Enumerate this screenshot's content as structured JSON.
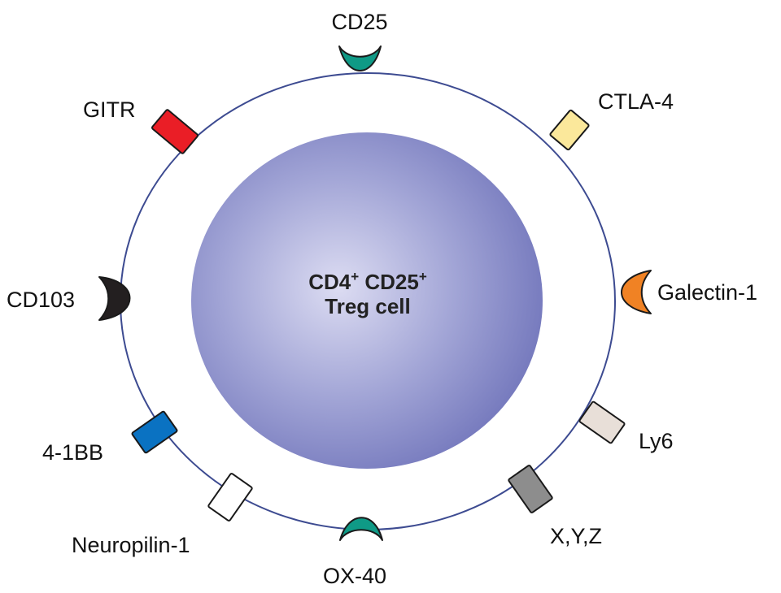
{
  "cell": {
    "line1_a": "CD4",
    "line1_sup_a": "+",
    "line1_b": " CD25",
    "line1_sup_b": "+",
    "line2": "Treg cell"
  },
  "receptors": {
    "cd25": {
      "label": "CD25",
      "color": "#0f9a86"
    },
    "ctla4": {
      "label": "CTLA-4",
      "color": "#fbe89b"
    },
    "galectin1": {
      "label": "Galectin-1",
      "color": "#f08224"
    },
    "ly6": {
      "label": "Ly6",
      "color": "#e8dfd8"
    },
    "xyz": {
      "label": "X,Y,Z",
      "color": "#8d8d8d"
    },
    "ox40": {
      "label": "OX-40",
      "color": "#0f9a86"
    },
    "neuropilin1": {
      "label": "Neuropilin-1",
      "color": "#ffffff"
    },
    "fourOneBB": {
      "label": "4-1BB",
      "color": "#0a72c2"
    },
    "cd103": {
      "label": "CD103",
      "color": "#231f20"
    },
    "gitr": {
      "label": "GITR",
      "color": "#ea1e26"
    }
  },
  "colors": {
    "membrane_outline": "#3d4b91",
    "nucleus_center": "#dcdcf2",
    "nucleus_edge": "#7579bd"
  }
}
